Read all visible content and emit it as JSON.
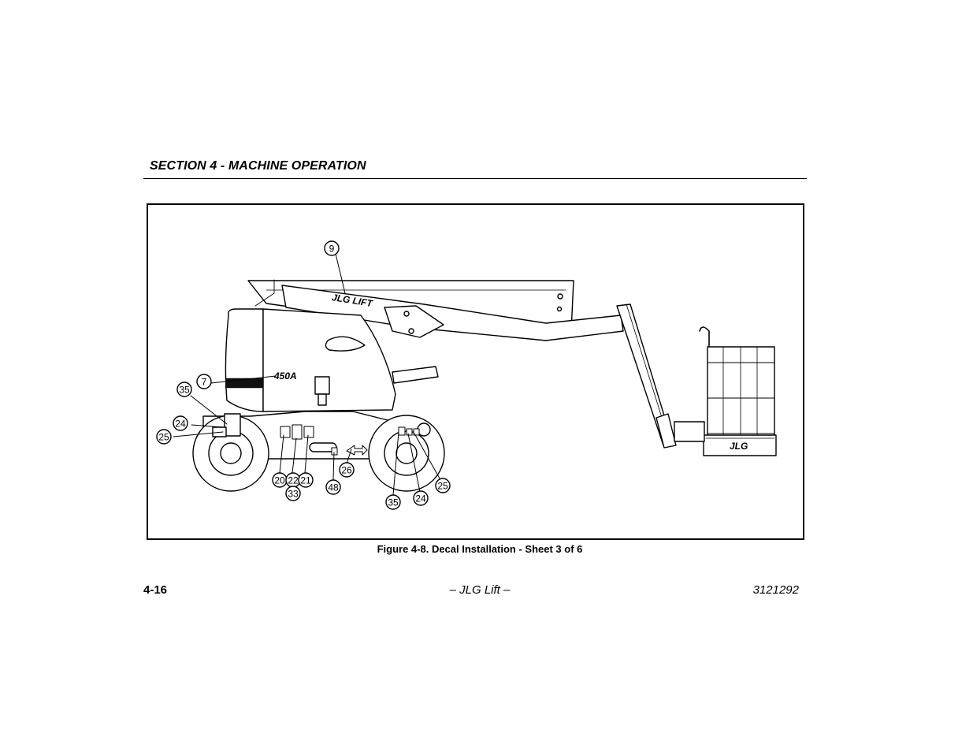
{
  "header": {
    "section_title": "SECTION 4 - MACHINE OPERATION"
  },
  "figure": {
    "caption": "Figure 4-8. Decal Installation - Sheet 3 of 6",
    "decal_texts": {
      "model": "450A",
      "brand_boom": "JLG LIFT",
      "brand_platform": "JLG"
    },
    "callouts": [
      "9",
      "7",
      "35",
      "24",
      "25",
      "20",
      "22",
      "21",
      "33",
      "48",
      "26",
      "35",
      "24",
      "25"
    ]
  },
  "footer": {
    "page_number": "4-16",
    "center_text": "– JLG Lift –",
    "doc_number": "3121292"
  }
}
